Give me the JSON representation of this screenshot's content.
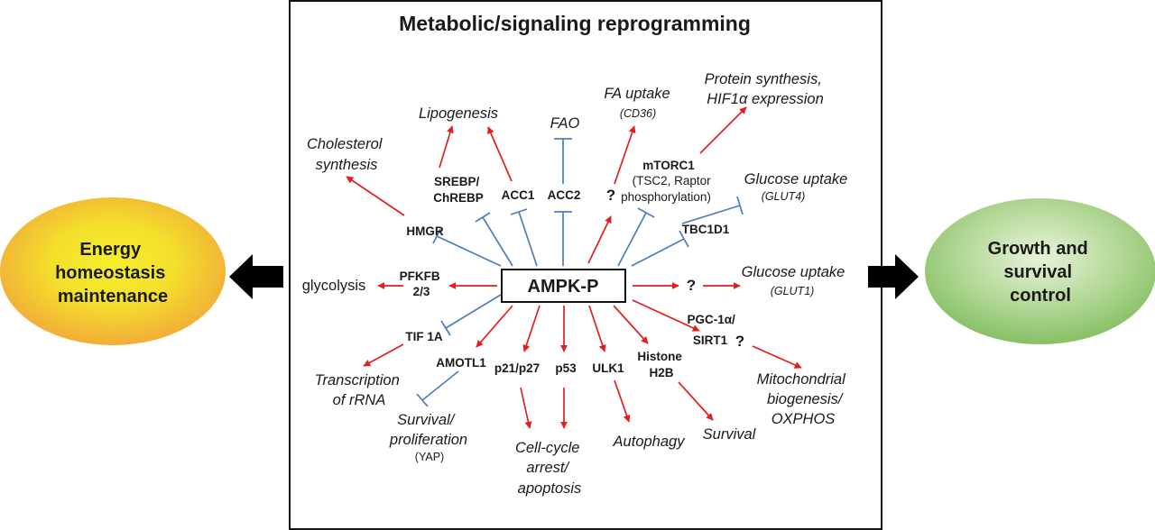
{
  "title": "Metabolic/signaling reprogramming",
  "center": "AMPK-P",
  "left_ellipse": [
    "Energy",
    "homeostasis",
    "maintenance"
  ],
  "right_ellipse": [
    "Growth and",
    "survival",
    "control"
  ],
  "nodes": {
    "hmgr": "HMGR",
    "srebp": [
      "SREBP/",
      "ChREBP"
    ],
    "acc1": "ACC1",
    "acc2": "ACC2",
    "q_fa": "?",
    "mtorc1": "mTORC1",
    "mtorc1_sub": [
      "(TSC2, Raptor",
      "phosphorylation)"
    ],
    "tbc1d1": "TBC1D1",
    "pfkfb": [
      "PFKFB",
      "2/3"
    ],
    "q_glut1": "?",
    "tif1a": "TIF 1A",
    "amotl1": "AMOTL1",
    "p21": "p21/p27",
    "p53": "p53",
    "ulk1": "ULK1",
    "histone": [
      "Histone",
      "H2B"
    ],
    "pgc1a": [
      "PGC-1α/",
      "SIRT1"
    ],
    "q_pgc": "?"
  },
  "outcomes": {
    "cholesterol": [
      "Cholesterol",
      "synthesis"
    ],
    "lipogenesis": "Lipogenesis",
    "fao": "FAO",
    "fa_uptake": "FA uptake",
    "cd36": "(CD36)",
    "protein": [
      "Protein synthesis,",
      "HIF1α  expression"
    ],
    "glucose4": "Glucose uptake",
    "glut4": "(GLUT4)",
    "glucose1": "Glucose uptake",
    "glut1": "(GLUT1)",
    "glycolysis": "glycolysis",
    "transcription": [
      "Transcription",
      "of rRNA"
    ],
    "survival_prolif": [
      "Survival/",
      "proliferation"
    ],
    "yap": "(YAP)",
    "cellcycle": [
      "Cell-cycle",
      "arrest/",
      "apoptosis"
    ],
    "autophagy": "Autophagy",
    "survival": "Survival",
    "mito": [
      "Mitochondrial",
      "biogenesis/",
      "OXPHOS"
    ]
  },
  "colors": {
    "activation": "#e02020",
    "inhibition": "#4a7fbd",
    "left_ellipse_center": "#f2e82a",
    "left_ellipse_edge": "#f2a43a",
    "right_ellipse_center": "#e6f2d6",
    "right_ellipse_edge": "#86c064"
  }
}
